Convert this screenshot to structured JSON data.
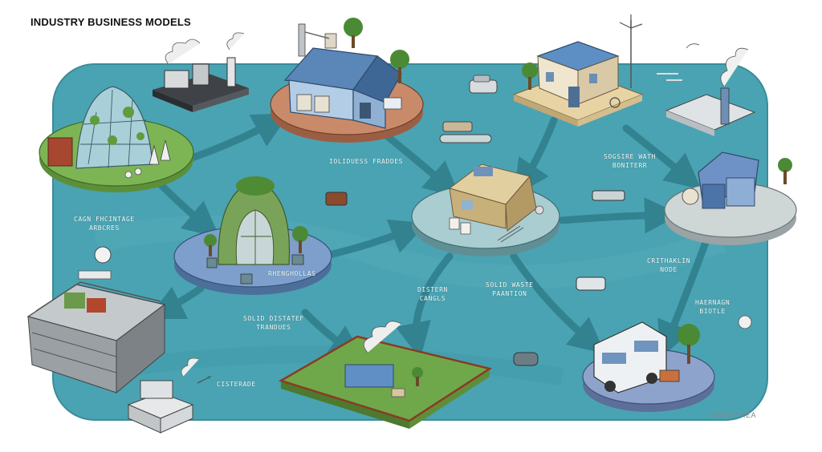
{
  "title": "INDUSTRY BUSINESS MODELS",
  "labels": {
    "industrial_trades": "IOLIDUESS FRADDES",
    "secure_waste_line1": "SOGSIRE WATH",
    "secure_waste_line2": "BONITERR",
    "cogn_storage_line1": "CAGN FHCINTAGE",
    "cogn_storage_line2": "ARBCRES",
    "renewable": "RHENGHOLLAS",
    "solid_trades_line1": "SOLID DISTATEF",
    "solid_trades_line2": "TRANDUES",
    "distern_line1": "DISTERN",
    "distern_line2": "CANGLS",
    "solid_waste_line1": "SOLID WASTE",
    "solid_waste_line2": "PAANTION",
    "orchard_line1": "CRITHAKLIN",
    "orchard_line2": "NODE",
    "habitation_line1": "HAERNAGN",
    "habitation_line2": "BIOTLE",
    "cisterade": "CISTERADE",
    "watermark": "INENETREA"
  },
  "colors": {
    "water": "#4aa3b2",
    "water_dark": "#2f7f8e",
    "ground_green": "#6fa84a",
    "platform_grey": "#cfd6d6",
    "platform_blue": "#7e9ecb",
    "platform_terracotta": "#c98a6a",
    "platform_sand": "#e8d3a4"
  }
}
